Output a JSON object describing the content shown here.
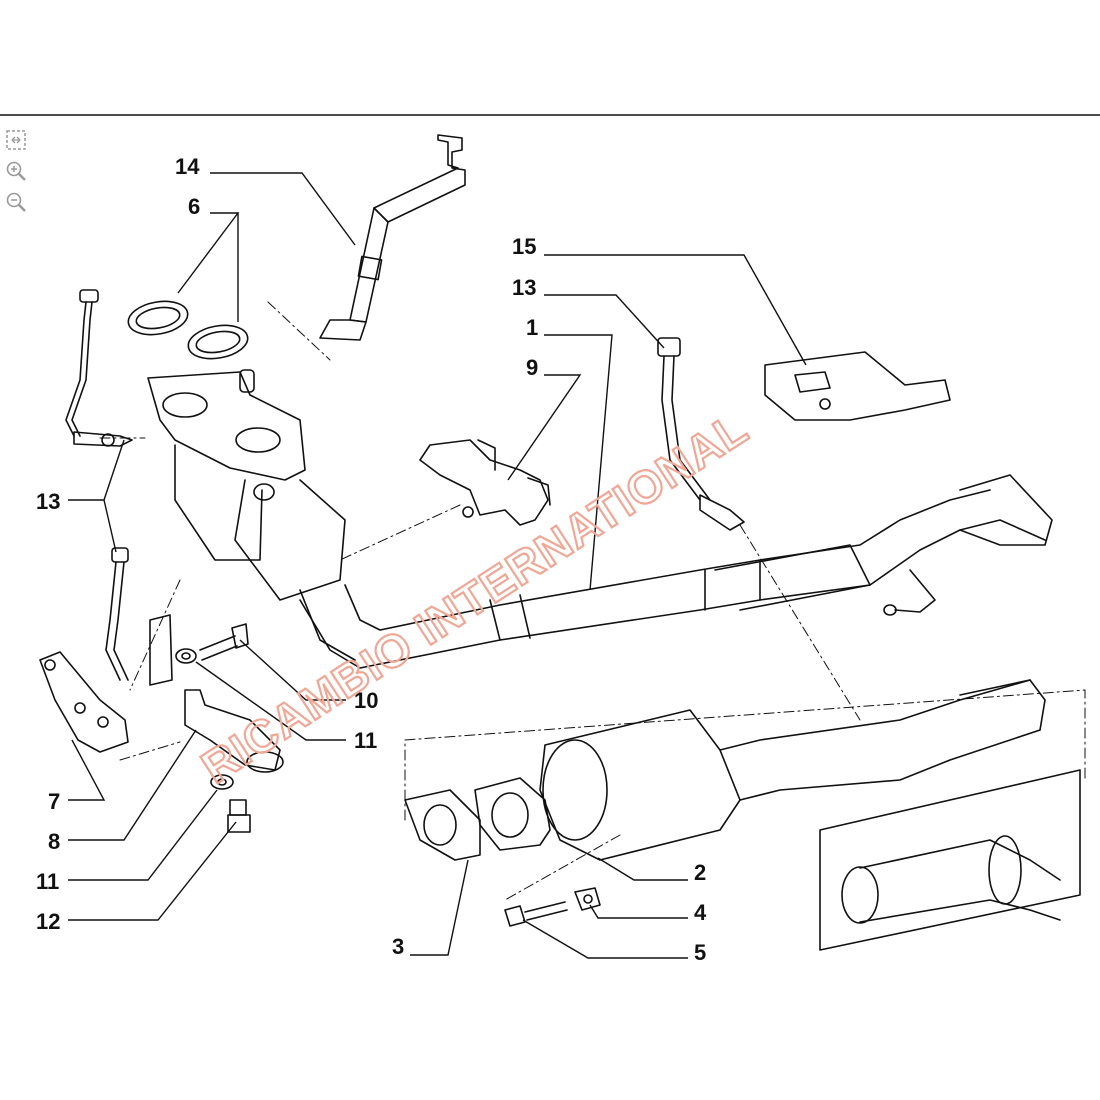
{
  "viewer": {
    "tools": [
      {
        "name": "fit-to-window-icon"
      },
      {
        "name": "zoom-in-icon"
      },
      {
        "name": "zoom-out-icon"
      }
    ]
  },
  "diagram": {
    "callouts": {
      "c14": "14",
      "c6": "6",
      "c13a": "13",
      "c7": "7",
      "c8": "8",
      "c11a": "11",
      "c12": "12",
      "c15": "15",
      "c13b": "13",
      "c1": "1",
      "c9": "9",
      "c10": "10",
      "c11b": "11",
      "c2": "2",
      "c4": "4",
      "c5": "5",
      "c3": "3"
    },
    "watermark": "RICAMBIO INTERNATIONAL",
    "colors": {
      "line": "#111111",
      "watermark": "#f0a796"
    }
  }
}
